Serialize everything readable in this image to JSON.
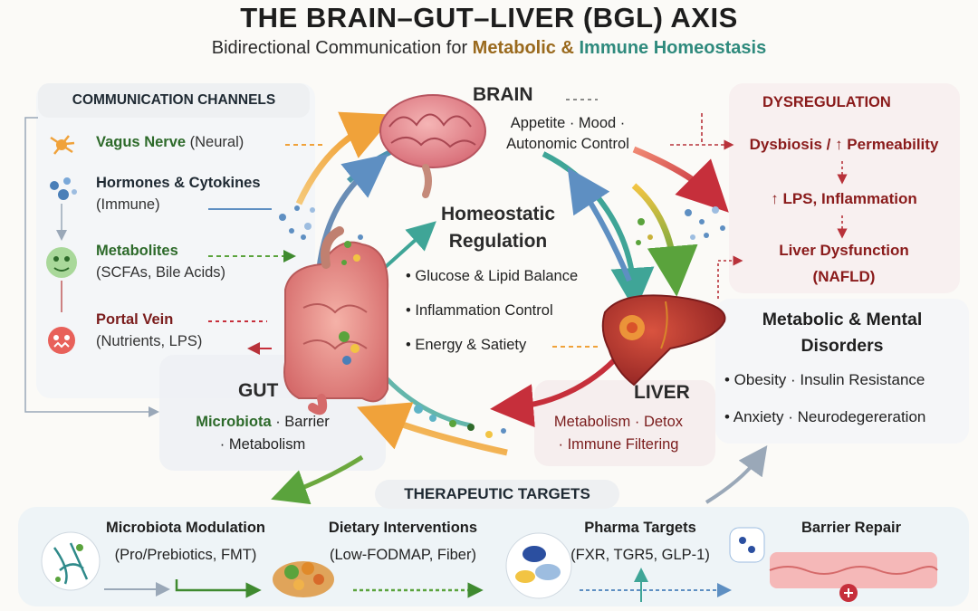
{
  "title": "THE BRAIN–GUT–LIVER (BGL) AXIS",
  "subtitle": {
    "prefix": "Bidirectional Communication for ",
    "metabolic": "Metabolic",
    "amp": " & ",
    "immune": "Immune",
    "suffix": " Homeostasis"
  },
  "channels": {
    "heading": "COMMUNICATION CHANNELS",
    "items": [
      {
        "title": "Vagus Nerve",
        "sub": " (Neural)",
        "icon": "neuron-icon"
      },
      {
        "title": "Hormones & Cytokines",
        "sub": "(Immune)",
        "icon": "molecules-icon"
      },
      {
        "title": "Metabolites",
        "sub": "(SCFAs, Bile Acids)",
        "icon": "microbe-icon"
      },
      {
        "title": "Portal Vein",
        "sub": "(Nutrients, LPS)",
        "icon": "bacteria-icon"
      }
    ]
  },
  "brain": {
    "label": "BRAIN",
    "functions_line1": "Appetite · Mood ·",
    "functions_line2": "Autonomic Control"
  },
  "center": {
    "title_line1": "Homeostatic",
    "title_line2": "Regulation",
    "items": [
      "Glucose & Lipid Balance",
      "Inflammation Control",
      "Energy & Satiety"
    ]
  },
  "gut": {
    "label": "GUT",
    "line1_green": "Microbiota",
    "line1_rest": " · Barrier",
    "line2": "· Metabolism"
  },
  "liver": {
    "label": "LIVER",
    "line1": "Metabolism · Detox",
    "line2": "· Immune Filtering"
  },
  "dysregulation": {
    "heading": "DYSREGULATION",
    "steps": [
      "Dysbiosis / ↑ Permeability",
      "↑ LPS, Inflammation",
      "Liver Dysfunction",
      "(NAFLD)"
    ]
  },
  "disorders": {
    "heading_line1": "Metabolic & Mental",
    "heading_line2": "Disorders",
    "items": [
      "• Obesity · Insulin Resistance",
      "• Anxiety · Neurodegereration"
    ]
  },
  "therapeutic": {
    "heading": "THERAPEUTIC TARGETS",
    "items": [
      {
        "title": "Microbiota Modulation",
        "sub": "(Pro/Prebiotics, FMT)",
        "icon": "microbiota-icon"
      },
      {
        "title": "Dietary Interventions",
        "sub": "(Low-FODMAP, Fiber)",
        "icon": "food-bowl-icon"
      },
      {
        "title": "Pharma Targets",
        "sub": "(FXR, TGR5, GLP-1)",
        "icon": "pills-icon"
      },
      {
        "title": "Barrier Repair",
        "sub": "",
        "icon": "barrier-cells-icon"
      }
    ]
  },
  "colors": {
    "dysregulation": "#8a1b1b",
    "metabolic": "#9a6a1e",
    "immune": "#2f8a7d",
    "gut_green": "#2d6a2a",
    "arrow_orange": "#f0a23a",
    "arrow_blue": "#5e8fc2",
    "arrow_green": "#6ca83e",
    "arrow_red": "#d2424a"
  }
}
